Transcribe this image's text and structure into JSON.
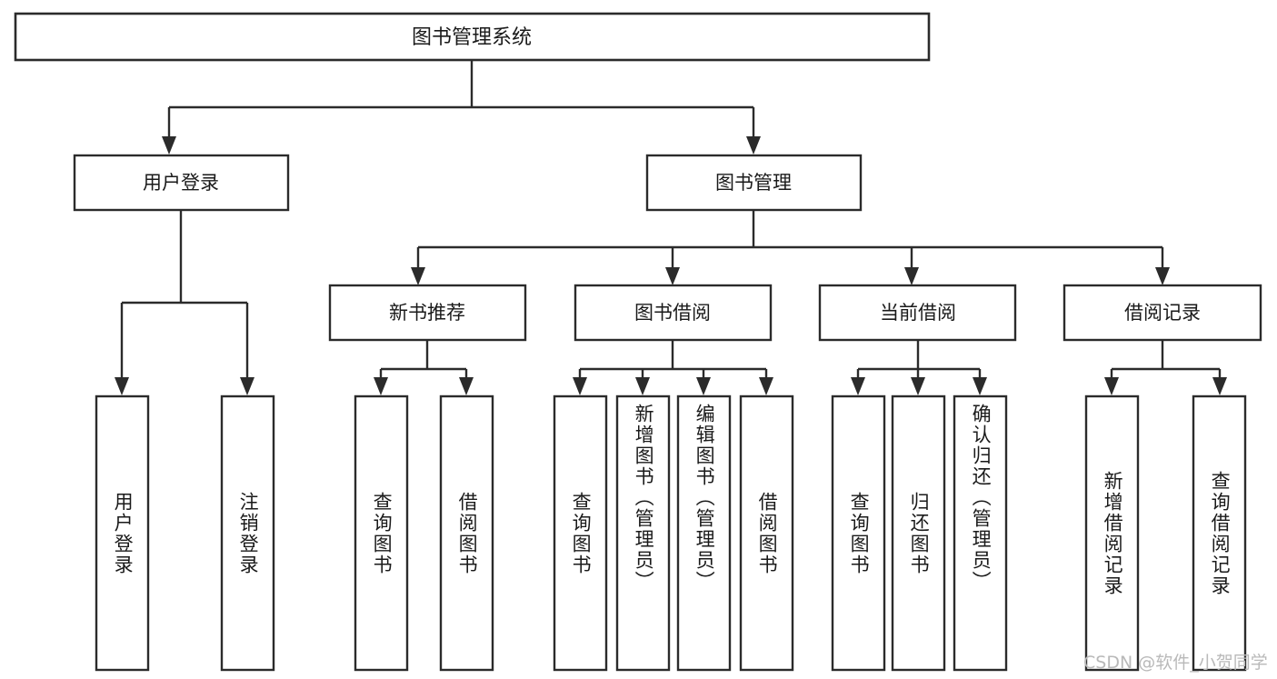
{
  "diagram": {
    "type": "tree-hierarchy",
    "title": "图书管理系统",
    "watermark": "CSDN @软件_小贺同学",
    "colors": {
      "stroke": "#2b2b2b",
      "fill": "#ffffff",
      "text": "#1a1a1a",
      "watermark": "#b9b9b9"
    },
    "levels": {
      "root": "图书管理系统",
      "level2": [
        "用户登录",
        "图书管理"
      ],
      "level3": [
        "新书推荐",
        "图书借阅",
        "当前借阅",
        "借阅记录"
      ]
    },
    "nodes": {
      "root": {
        "label": "图书管理系统"
      },
      "user_login": {
        "label": "用户登录"
      },
      "book_manage": {
        "label": "图书管理"
      },
      "new_book_rec": {
        "label": "新书推荐"
      },
      "book_borrow": {
        "label": "图书借阅"
      },
      "current_borrow": {
        "label": "当前借阅"
      },
      "borrow_record": {
        "label": "借阅记录"
      }
    },
    "leaves": {
      "user_login": [
        {
          "label": "用户登录"
        },
        {
          "label": "注销登录"
        }
      ],
      "new_book_rec": [
        {
          "label": "查询图书"
        },
        {
          "label": "借阅图书"
        }
      ],
      "book_borrow": [
        {
          "label": "查询图书"
        },
        {
          "label": "新增图书（管理员）"
        },
        {
          "label": "编辑图书（管理员）"
        },
        {
          "label": "借阅图书"
        }
      ],
      "current_borrow": [
        {
          "label": "查询图书"
        },
        {
          "label": "归还图书"
        },
        {
          "label": "确认归还（管理员）"
        }
      ],
      "borrow_record": [
        {
          "label": "新增借阅记录"
        },
        {
          "label": "查询借阅记录"
        }
      ]
    }
  }
}
